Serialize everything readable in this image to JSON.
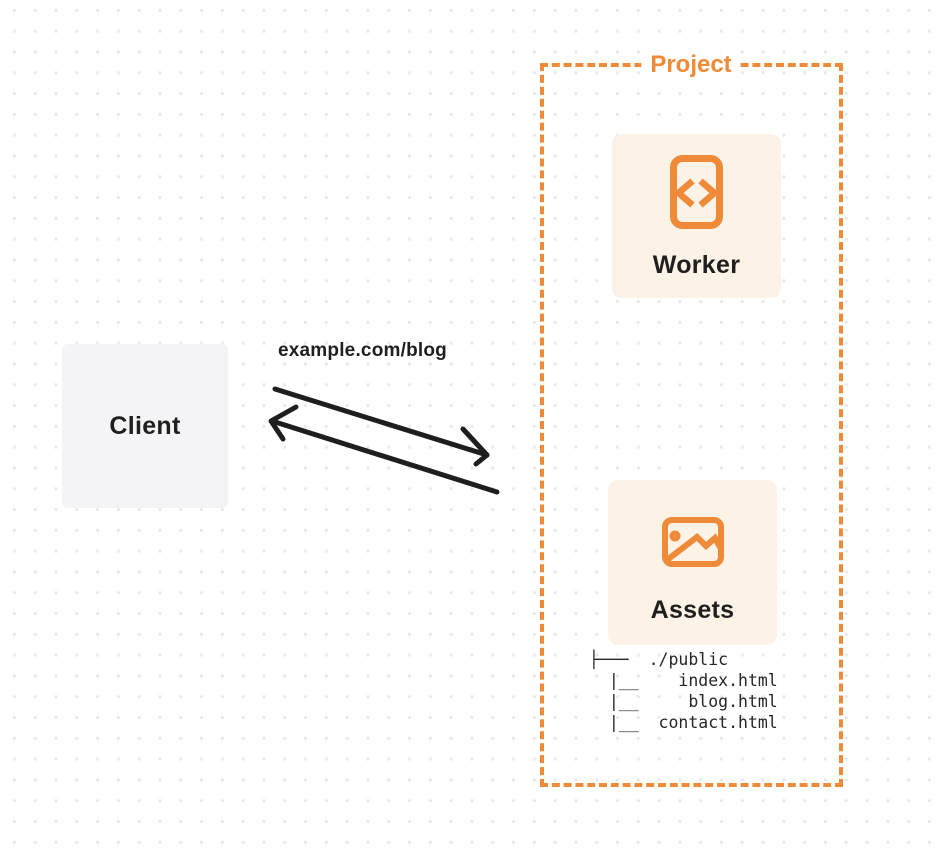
{
  "colors": {
    "accent": "#EE8A38",
    "card-bg": "#FCF2E5",
    "client-bg": "#F4F4F6",
    "text-dark": "#1F1F1F",
    "arrow": "#1E1E1E",
    "dot": "#E9E9ED"
  },
  "client": {
    "label": "Client"
  },
  "request": {
    "url_label": "example.com/blog"
  },
  "project": {
    "label": "Project",
    "worker": {
      "label": "Worker",
      "icon": "code-file-icon"
    },
    "assets": {
      "label": "Assets",
      "icon": "image-icon"
    },
    "file_tree": {
      "text": "├───  ./public\n  |__    index.html\n  |__     blog.html\n  |__  contact.html"
    }
  }
}
